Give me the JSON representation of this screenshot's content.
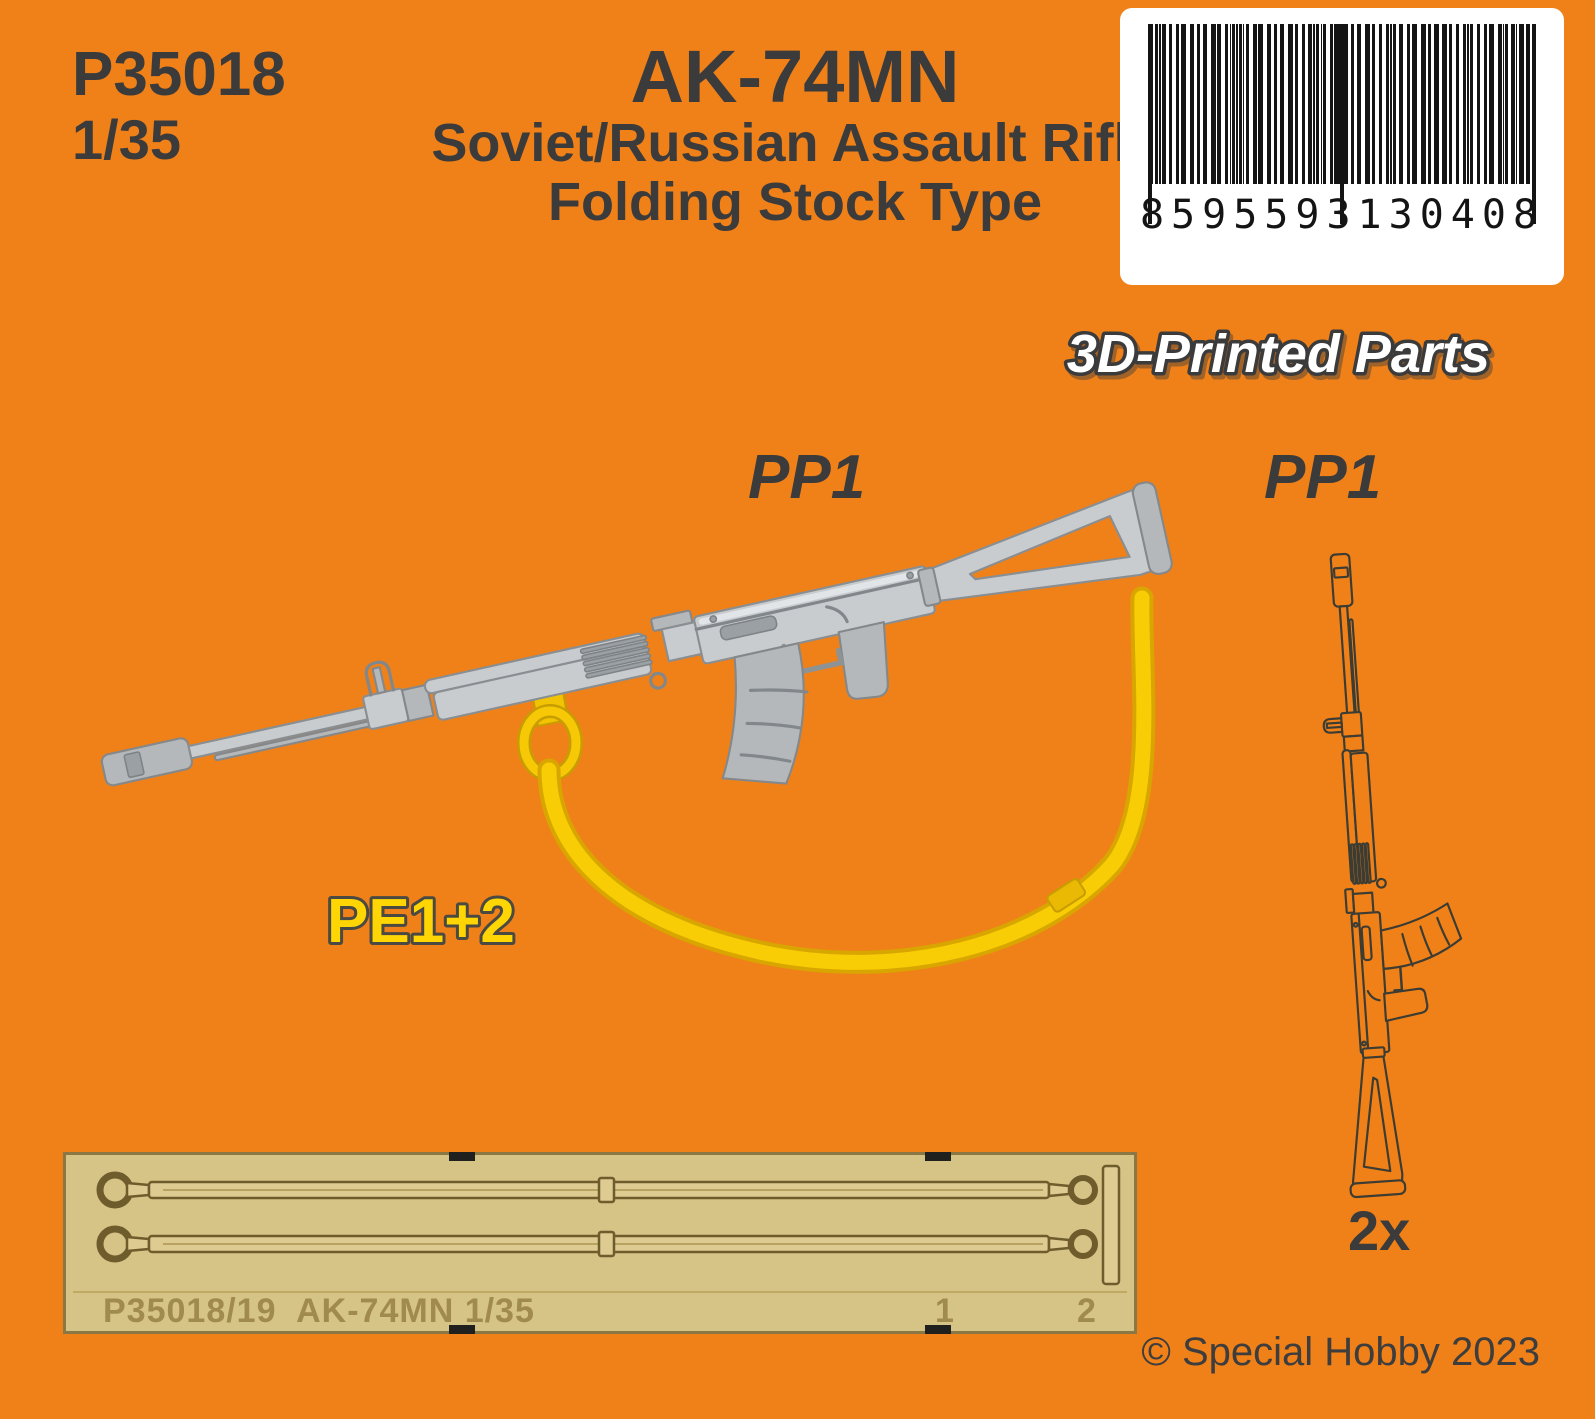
{
  "colors": {
    "background": "#F08119",
    "text_dark": "#3B3B3C",
    "sling_yellow": "#F8CD06",
    "pe_label_yellow": "#FFD503",
    "fret_tan": "#D6C386",
    "fret_etch": "#A08A4E",
    "rifle_gray": "#C9CCCE",
    "drawing_line": "#3C3C33",
    "barcode_bg": "#FFFFFF"
  },
  "header": {
    "product_code": "P35018",
    "scale": "1/35",
    "title": "AK-74MN",
    "subtitle1": "Soviet/Russian Assault Rifle",
    "subtitle2": "Folding Stock Type"
  },
  "barcode": {
    "digits": "8595593130408"
  },
  "badge_3d": "3D-Printed Parts",
  "labels": {
    "pp1_render": "PP1",
    "pp1_drawing": "PP1",
    "pe_label": "PE1+2",
    "quantity": "2x"
  },
  "fret": {
    "etched_text": "P35018/19  AK-74MN 1/35",
    "num1": "1",
    "num2": "2"
  },
  "copyright": "© Special Hobby 2023"
}
